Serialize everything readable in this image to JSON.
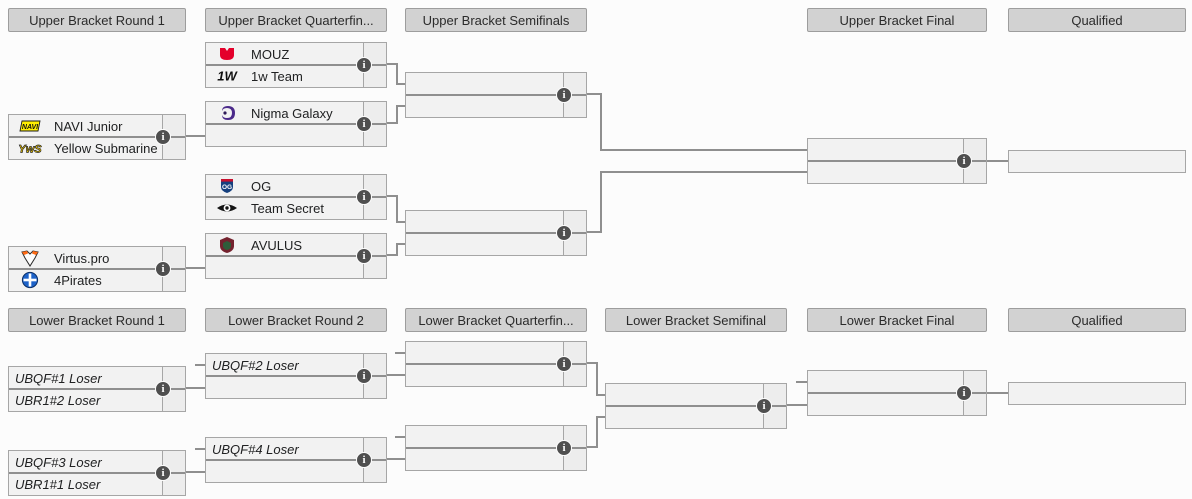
{
  "headers": {
    "ub_r1": "Upper Bracket Round 1",
    "ub_qf": "Upper Bracket Quarterfin...",
    "ub_sf": "Upper Bracket Semifinals",
    "ub_final": "Upper Bracket Final",
    "ub_qualified": "Qualified",
    "lb_r1": "Lower Bracket Round 1",
    "lb_r2": "Lower Bracket Round 2",
    "lb_qf": "Lower Bracket Quarterfin...",
    "lb_sf": "Lower Bracket Semifinal",
    "lb_final": "Lower Bracket Final",
    "lb_qualified": "Qualified"
  },
  "matches": {
    "ubqf1": {
      "top": "MOUZ",
      "bottom": "1w Team"
    },
    "ubqf2": {
      "top": "Nigma Galaxy",
      "bottom": ""
    },
    "ubqf3": {
      "top": "OG",
      "bottom": "Team Secret"
    },
    "ubqf4": {
      "top": "AVULUS",
      "bottom": ""
    },
    "ubr1m1": {
      "top": "NAVI Junior",
      "bottom": "Yellow Submarine"
    },
    "ubr1m2": {
      "top": "Virtus.pro",
      "bottom": "4Pirates"
    },
    "lbr1m1": {
      "top": "UBQF#1 Loser",
      "bottom": "UBR1#2 Loser"
    },
    "lbr1m2": {
      "top": "UBQF#3 Loser",
      "bottom": "UBR1#1 Loser"
    },
    "lbr2m1": {
      "top": "UBQF#2 Loser",
      "bottom": ""
    },
    "lbr2m2": {
      "top": "UBQF#4 Loser",
      "bottom": ""
    }
  },
  "icons": {
    "info": "i"
  },
  "colors": {
    "box_bg": "#f2f2f2",
    "box_border": "#a6a6a6",
    "header_bg": "#d2d2d2",
    "connector_line": "#8f8f8f",
    "info_icon_bg": "#4f4f4f",
    "score_col_bg": "#ededed",
    "mouz_red": "#e4002b",
    "navi_yellow": "#ffee00",
    "nigma_purple": "#4b2a8a",
    "og_blue": "#16407e",
    "vp_orange": "#ff6a13",
    "pirates_blue": "#1e63c9"
  }
}
